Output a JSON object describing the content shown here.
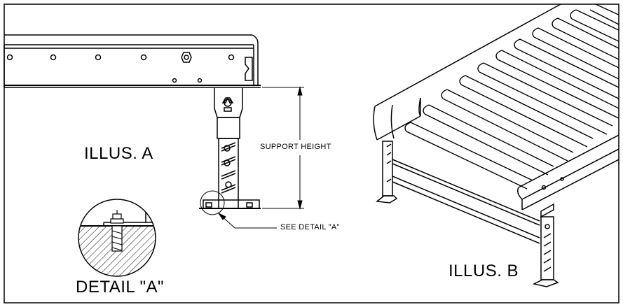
{
  "labels": {
    "illus_a": "ILLUS. A",
    "illus_b": "ILLUS. B",
    "detail_a": "DETAIL \"A\"",
    "support_height": "SUPPORT HEIGHT",
    "see_detail": "SEE DETAIL \"A\""
  },
  "colors": {
    "line": "#000000",
    "background": "#ffffff",
    "frame": "#000000"
  }
}
